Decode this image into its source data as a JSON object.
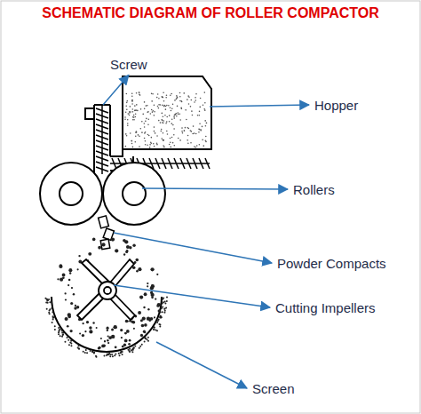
{
  "diagram": {
    "title": "SCHEMATIC DIAGRAM OF ROLLER COMPACTOR",
    "labels": [
      "Screw",
      "Hopper",
      "Rollers",
      "Powder Compacts",
      "Cutting Impellers",
      "Screen"
    ]
  }
}
